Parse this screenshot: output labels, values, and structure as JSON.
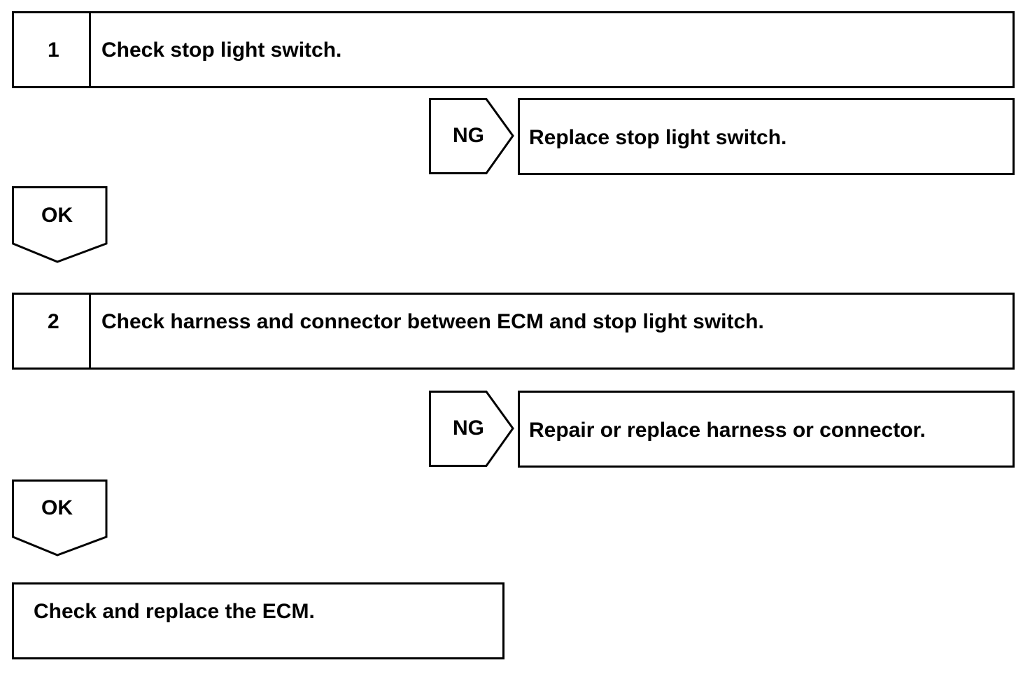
{
  "steps": [
    {
      "number": "1",
      "text": "Check stop light switch."
    },
    {
      "number": "2",
      "text": "Check harness and connector between ECM and stop light switch."
    }
  ],
  "ng_branches": [
    {
      "label": "NG",
      "action": "Replace stop light switch."
    },
    {
      "label": "NG",
      "action": "Repair or replace harness or connector."
    }
  ],
  "ok_arrows": [
    {
      "label": "OK"
    },
    {
      "label": "OK"
    }
  ],
  "final_action": "Check and replace the ECM."
}
